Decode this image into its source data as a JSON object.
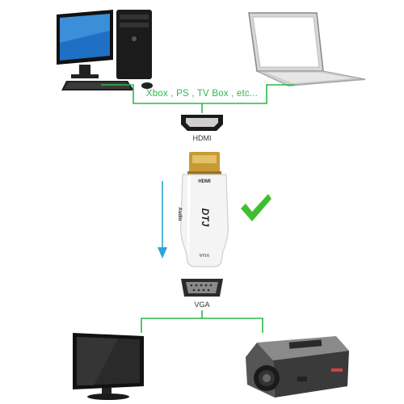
{
  "sources_label": "Xbox , PS , TV Box , etc...",
  "input_port_label": "HDMI",
  "output_port_label": "VGA",
  "adapter": {
    "top_label": "HDMI",
    "brand": "DTJ",
    "audio_label": "Audio",
    "bottom_label": "VGA"
  },
  "colors": {
    "connector_line": "#2db84a",
    "flow_arrow": "#2aa6d8",
    "checkmark": "#3fbf2f"
  },
  "icons": [
    "desktop-pc-icon",
    "laptop-icon",
    "hdmi-port-icon",
    "vga-port-icon",
    "checkmark-icon",
    "monitor-icon",
    "projector-icon"
  ]
}
